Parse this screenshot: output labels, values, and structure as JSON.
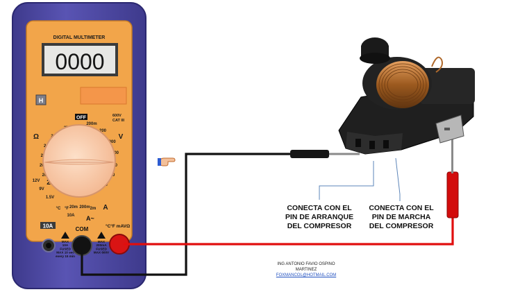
{
  "meter": {
    "brand_label": "DIGITAL MULTIMETER",
    "display_value": "0000",
    "hold_key": "H",
    "off_label": "OFF",
    "rating_line1": "600V",
    "rating_line2": "CAT III",
    "range_labels": [
      "200k",
      "2M",
      "200m",
      "20k",
      "2k",
      "200",
      "20",
      "2",
      "200",
      "1000",
      "200",
      "600",
      "20",
      "200",
      "2m",
      "12V",
      "9V",
      "1.5V",
      "20m",
      "200m",
      "10A",
      "A",
      "V",
      "Ω",
      "°C",
      "°F"
    ],
    "tenA_label": "10A",
    "com_label": "COM",
    "vohm_label": "°C°F mAVΩ",
    "fuse_left": [
      "MAX",
      "10A",
      "FUSED",
      "MAX 10 sec",
      "every 15 min"
    ],
    "fuse_right": [
      "MAX",
      "200mA",
      "FUSED",
      "MAX 600V"
    ],
    "acdc_label": "A~",
    "pointer_icon": "pointing-hand-icon"
  },
  "captions": {
    "start_pin": [
      "CONECTA CON EL",
      "PIN DE ARRANQUE",
      "DEL COMPRESOR"
    ],
    "run_pin": [
      "CONECTA CON EL",
      "PIN DE MARCHA",
      "DEL COMPRESOR"
    ]
  },
  "credit": {
    "line1": "ING ANTONIO FAVIO OSPINO",
    "line2": "MARTINEZ",
    "email": "FOXMANCOL@HOTMAIL.COM"
  },
  "colors": {
    "meter_body": "#4e4aa6",
    "meter_face": "#f2a54a",
    "black_lead": "#111111",
    "red_lead": "#e10e0e",
    "copper_coil": "#b8732c",
    "pointer_line": "#5b84b8"
  }
}
